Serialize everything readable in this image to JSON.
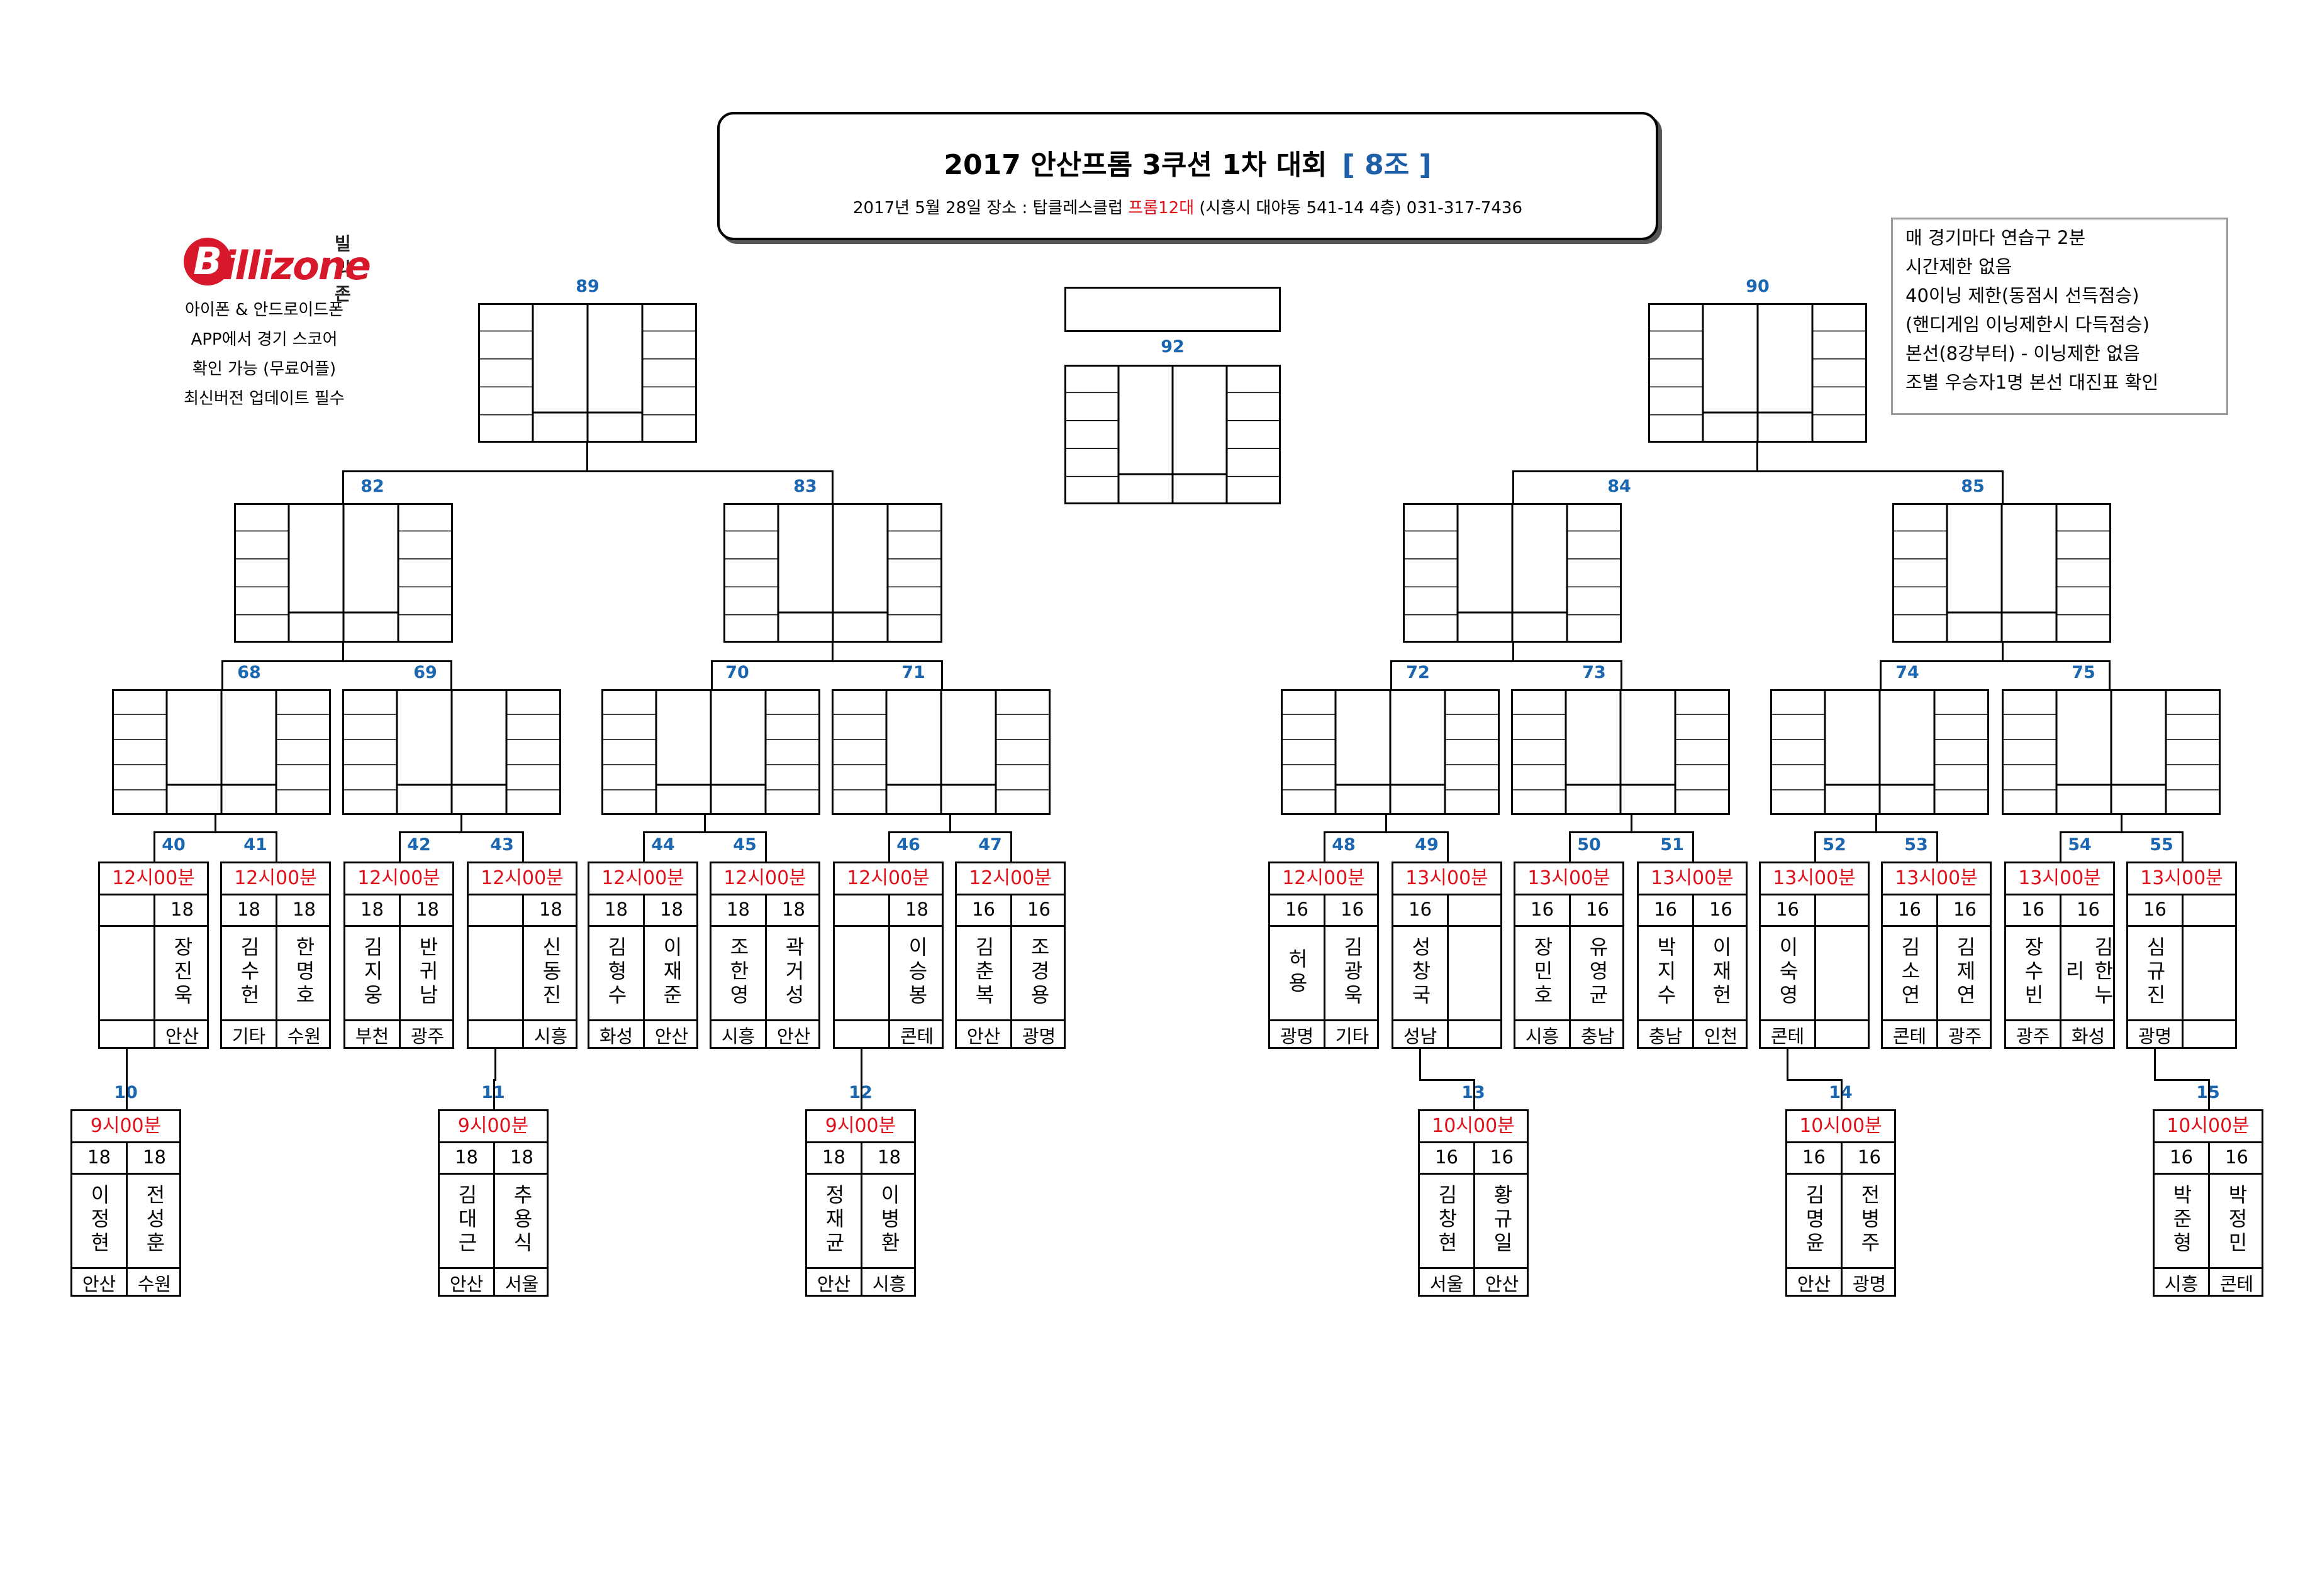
{
  "header": {
    "title": "2017 안산프롬 3쿠션 1차 대회",
    "group": "[ 8조 ]",
    "subtitle_pre": "2017년 5월 28일  장소 : 탑클레스클럽 ",
    "subtitle_red": "프롬12대",
    "subtitle_post": " (시흥시 대야동 541-14 4층) 031-317-7436"
  },
  "logo": {
    "korean": "빌리존",
    "b_letter": "B",
    "wordmark": "illizone",
    "brand_color": "#d7182a"
  },
  "app_info": [
    "아이폰 & 안드로이드폰",
    "APP에서 경기 스코어",
    "확인 가능 (무료어플)",
    "최신버전 업데이트 필수"
  ],
  "rules": [
    "매 경기마다 연습구 2분",
    "시간제한 없음",
    " 40이닝 제한(동점시 선득점승)",
    "(핸디게임 이닝제한시 다득점승)",
    "본선(8강부터) - 이닝제한 없음",
    "조별  우승자1명 본선 대진표 확인"
  ],
  "colors": {
    "time_red": "#e0101a",
    "number_blue": "#1a66b0"
  },
  "upper_labels": {
    "n89": "89",
    "n90": "90",
    "n92": "92",
    "n82": "82",
    "n83": "83",
    "n84": "84",
    "n85": "85",
    "n68": "68",
    "n69": "69",
    "n70": "70",
    "n71": "71",
    "n72": "72",
    "n73": "73",
    "n74": "74",
    "n75": "75"
  },
  "r1_labels": [
    "40",
    "41",
    "42",
    "43",
    "44",
    "45",
    "46",
    "47",
    "48",
    "49",
    "50",
    "51",
    "52",
    "53",
    "54",
    "55"
  ],
  "r1": [
    {
      "time": "12시00분",
      "s1": "",
      "s2": "18",
      "n1": "",
      "n2": "장진욱",
      "r1": "",
      "r2": "안산"
    },
    {
      "time": "12시00분",
      "s1": "18",
      "s2": "18",
      "n1": "김수헌",
      "n2": "한명호",
      "r1": "기타",
      "r2": "수원"
    },
    {
      "time": "12시00분",
      "s1": "18",
      "s2": "18",
      "n1": "김지웅",
      "n2": "반귀남",
      "r1": "부천",
      "r2": "광주"
    },
    {
      "time": "12시00분",
      "s1": "",
      "s2": "18",
      "n1": "",
      "n2": "신동진",
      "r1": "",
      "r2": "시흥"
    },
    {
      "time": "12시00분",
      "s1": "18",
      "s2": "18",
      "n1": "김형수",
      "n2": "이재준",
      "r1": "화성",
      "r2": "안산"
    },
    {
      "time": "12시00분",
      "s1": "18",
      "s2": "18",
      "n1": "조한영",
      "n2": "곽거성",
      "r1": "시흥",
      "r2": "안산"
    },
    {
      "time": "12시00분",
      "s1": "",
      "s2": "18",
      "n1": "",
      "n2": "이승봉",
      "r1": "",
      "r2": "콘테"
    },
    {
      "time": "12시00분",
      "s1": "16",
      "s2": "16",
      "n1": "김춘복",
      "n2": "조경용",
      "r1": "안산",
      "r2": "광명"
    },
    {
      "time": "12시00분",
      "s1": "16",
      "s2": "16",
      "n1": "허용",
      "n2": "김광욱",
      "r1": "광명",
      "r2": "기타"
    },
    {
      "time": "13시00분",
      "s1": "16",
      "s2": "",
      "n1": "성창국",
      "n2": "",
      "r1": "성남",
      "r2": ""
    },
    {
      "time": "13시00분",
      "s1": "16",
      "s2": "16",
      "n1": "장민호",
      "n2": "유영균",
      "r1": "시흥",
      "r2": "충남"
    },
    {
      "time": "13시00분",
      "s1": "16",
      "s2": "16",
      "n1": "박지수",
      "n2": "이재헌",
      "r1": "충남",
      "r2": "인천"
    },
    {
      "time": "13시00분",
      "s1": "16",
      "s2": "",
      "n1": "이숙영",
      "n2": "",
      "r1": "콘테",
      "r2": ""
    },
    {
      "time": "13시00분",
      "s1": "16",
      "s2": "16",
      "n1": "김소연",
      "n2": "김제연",
      "r1": "콘테",
      "r2": "광주"
    },
    {
      "time": "13시00분",
      "s1": "16",
      "s2": "16",
      "n1": "장수빈",
      "n2": "김한누리",
      "r1": "광주",
      "r2": "화성"
    },
    {
      "time": "13시00분",
      "s1": "16",
      "s2": "",
      "n1": "심규진",
      "n2": "",
      "r1": "광명",
      "r2": ""
    }
  ],
  "q_labels": [
    "10",
    "11",
    "12",
    "13",
    "14",
    "15"
  ],
  "q": [
    {
      "time": "9시00분",
      "s1": "18",
      "s2": "18",
      "n1": "이정현",
      "n2": "전성훈",
      "r1": "안산",
      "r2": "수원"
    },
    {
      "time": "9시00분",
      "s1": "18",
      "s2": "18",
      "n1": "김대근",
      "n2": "추용식",
      "r1": "안산",
      "r2": "서울"
    },
    {
      "time": "9시00분",
      "s1": "18",
      "s2": "18",
      "n1": "정재균",
      "n2": "이병환",
      "r1": "안산",
      "r2": "시흥"
    },
    {
      "time": "10시00분",
      "s1": "16",
      "s2": "16",
      "n1": "김창현",
      "n2": "황규일",
      "r1": "서울",
      "r2": "안산"
    },
    {
      "time": "10시00분",
      "s1": "16",
      "s2": "16",
      "n1": "김명윤",
      "n2": "전병주",
      "r1": "안산",
      "r2": "광명"
    },
    {
      "time": "10시00분",
      "s1": "16",
      "s2": "16",
      "n1": "박준형",
      "n2": "박정민",
      "r1": "시흥",
      "r2": "콘테"
    }
  ]
}
